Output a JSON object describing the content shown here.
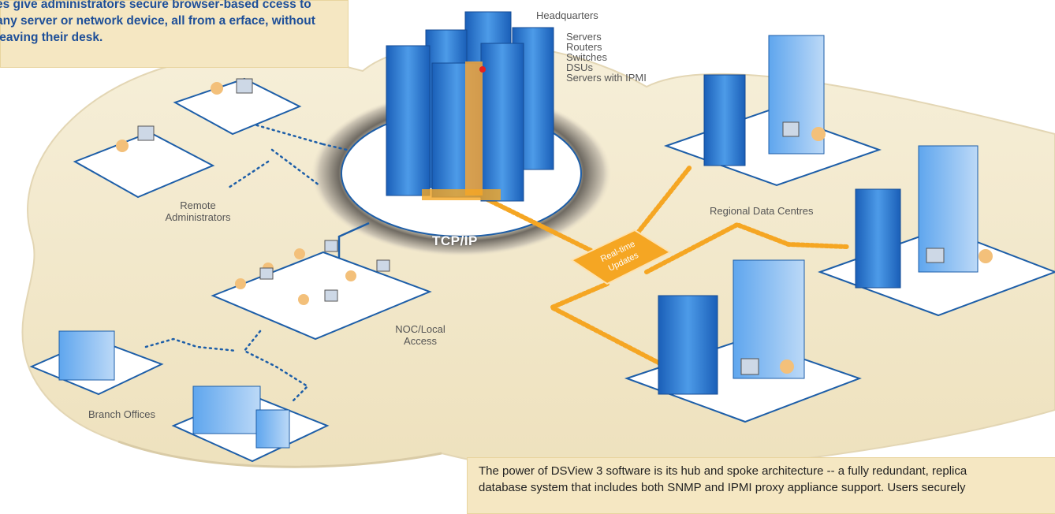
{
  "intro_text": "es give administrators secure browser-based ccess to any server or network device, all from a erface, without leaving their desk.",
  "labels": {
    "headquarters": "Headquarters",
    "headquarters_items": [
      "Servers",
      "Routers",
      "Switches",
      "DSUs",
      "Servers with IPMI"
    ],
    "remote_line1": "Remote",
    "remote_line2": "Administrators",
    "noc_line1": "NOC/Local",
    "noc_line2": "Access",
    "branch": "Branch Offices",
    "regional": "Regional Data Centres",
    "tcp": "TCP/IP",
    "realtime_line1": "Real-time",
    "realtime_line2": "Updates"
  },
  "footer_text_line1": "The power of DSView 3 software is its hub and spoke architecture -- a fully redundant, replica",
  "footer_text_line2": "database system that includes both SNMP and IPMI proxy appliance support. Users securely",
  "colors": {
    "ground": "#f1e8cf",
    "pad_border": "#1d5ea8",
    "server_blue": "#2e7bd2",
    "accent_orange": "#f5a623",
    "callout_bg": "#f5e7c2",
    "callout_title": "#1e4f98"
  }
}
